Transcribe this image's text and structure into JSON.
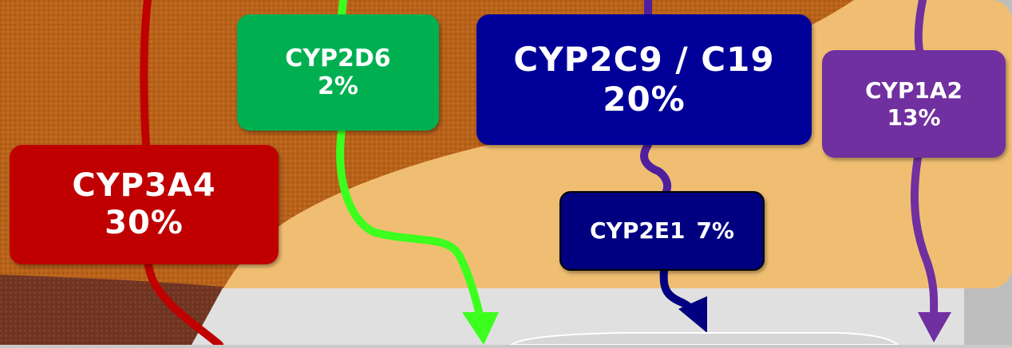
{
  "colors": {
    "cyp3a4": "#c00000",
    "cyp2d6": "#00b050",
    "cyp2c9": "#000099",
    "cyp1a2": "#7030a0",
    "cyp2e1": "#000080",
    "liver": "#b8621a",
    "band": "#f0be72"
  },
  "enzymes": {
    "cyp3a4": {
      "name": "CYP3A4",
      "value": "30%"
    },
    "cyp2d6": {
      "name": "CYP2D6",
      "value": "2%"
    },
    "cyp2c9": {
      "name": "CYP2C9 / C19",
      "value": "20%"
    },
    "cyp1a2": {
      "name": "CYP1A2",
      "value": "13%"
    },
    "cyp2e1": {
      "name": "CYP2E1",
      "value": "7%"
    }
  }
}
